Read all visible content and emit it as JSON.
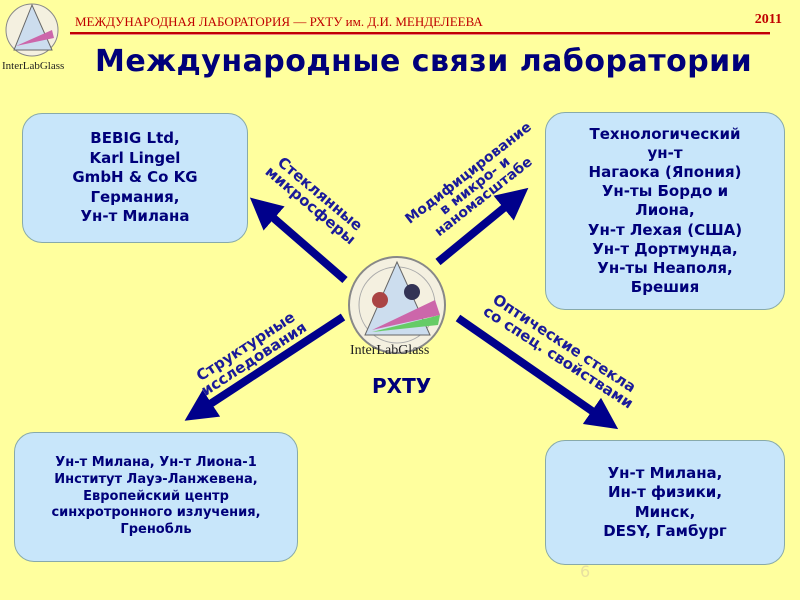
{
  "header": {
    "text": "МЕЖДУНАРОДНАЯ ЛАБОРАТОРИЯ — РХТУ им. Д.И. МЕНДЕЛЕЕВА",
    "year": "2011"
  },
  "title": "Международные связи лаборатории",
  "logo": {
    "text": "InterLabGlass"
  },
  "center_label": "РХТУ",
  "boxes": {
    "top_left": [
      "BEBIG Ltd,",
      "Karl Lingel",
      "GmbH & Co KG",
      "Германия,",
      "Ун-т Милана"
    ],
    "top_right": [
      "Технологический",
      "ун-т",
      "Нагаока (Япония)",
      "Ун-ты Бордо и",
      "Лиона,",
      "Ун-т Лехая (США)",
      "Ун-т Дортмунда,",
      "Ун-ты Неаполя,",
      "Брешия"
    ],
    "bottom_left": [
      "Ун-т Милана, Ун-т Лиона-1",
      "Институт Лауэ-Ланжевена,",
      "Европейский центр",
      "синхротронного излучения,",
      "Гренобль"
    ],
    "bottom_right": [
      "Ун-т Милана,",
      "Ин-т физики,",
      "Минск,",
      "DESY, Гамбург"
    ]
  },
  "arrows": {
    "top_left": [
      "Стеклянные",
      "микросферы"
    ],
    "top_right": [
      "Модифицирование",
      "в микро- и",
      "наномасштабе"
    ],
    "bottom_left": [
      "Структурные",
      "исследования"
    ],
    "bottom_right": [
      "Оптические стекла",
      "со спец. свойствами"
    ]
  },
  "slide_number": "6",
  "colors": {
    "background": "#ffff9e",
    "box": "#c8e6fa",
    "text": "#00007a",
    "header": "#c00000"
  }
}
